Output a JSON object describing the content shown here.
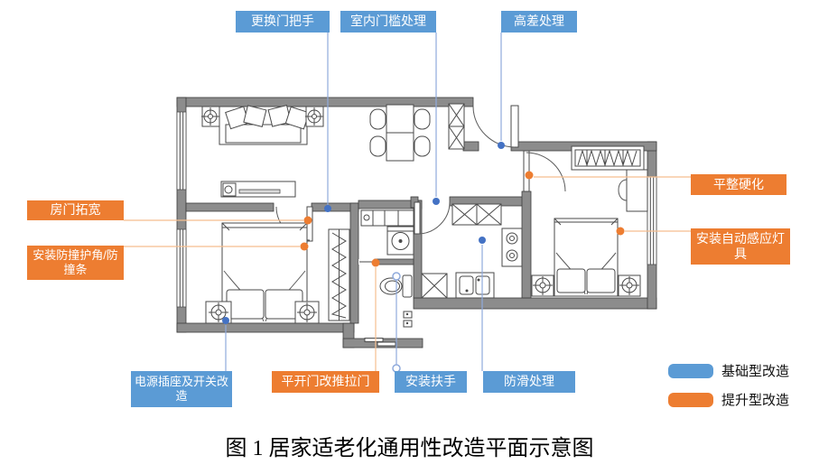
{
  "caption": "图 1 居家适老化通用性改造平面示意图",
  "colors": {
    "basic": "#5B9BD5",
    "enhanced": "#ED7D31",
    "basic_dot": "#4472C4",
    "enhanced_dot": "#ED7D31",
    "basic_line": "#8FAADC",
    "enhanced_line": "#F5BE8F",
    "wall": "#8C8C8C"
  },
  "legend": {
    "items": [
      {
        "id": "basic",
        "label": "基础型改造"
      },
      {
        "id": "enhanced",
        "label": "提升型改造"
      }
    ]
  },
  "annotations": [
    {
      "id": "replace-door-handles",
      "label": "更换门把手",
      "type": "basic",
      "position": "top"
    },
    {
      "id": "indoor-threshold-treatment",
      "label": "室内门槛处理",
      "type": "basic",
      "position": "top"
    },
    {
      "id": "height-difference-treatment",
      "label": "高差处理",
      "type": "basic",
      "position": "top"
    },
    {
      "id": "door-widening",
      "label": "房门拓宽",
      "type": "enhanced",
      "position": "left"
    },
    {
      "id": "anti-collision-guards",
      "label": "安装防撞护角/防撞条",
      "type": "enhanced",
      "position": "left"
    },
    {
      "id": "surface-leveling",
      "label": "平整硬化",
      "type": "enhanced",
      "position": "right"
    },
    {
      "id": "auto-sensor-lights",
      "label": "安装自动感应灯具",
      "type": "enhanced",
      "position": "right"
    },
    {
      "id": "socket-switch-renovation",
      "label": "电源插座及开关改造",
      "type": "basic",
      "position": "bottom"
    },
    {
      "id": "swing-to-sliding-door",
      "label": "平开门改推拉门",
      "type": "enhanced",
      "position": "bottom"
    },
    {
      "id": "install-grab-bars",
      "label": "安装扶手",
      "type": "basic",
      "position": "bottom"
    },
    {
      "id": "anti-slip-treatment",
      "label": "防滑处理",
      "type": "basic",
      "position": "bottom"
    }
  ]
}
